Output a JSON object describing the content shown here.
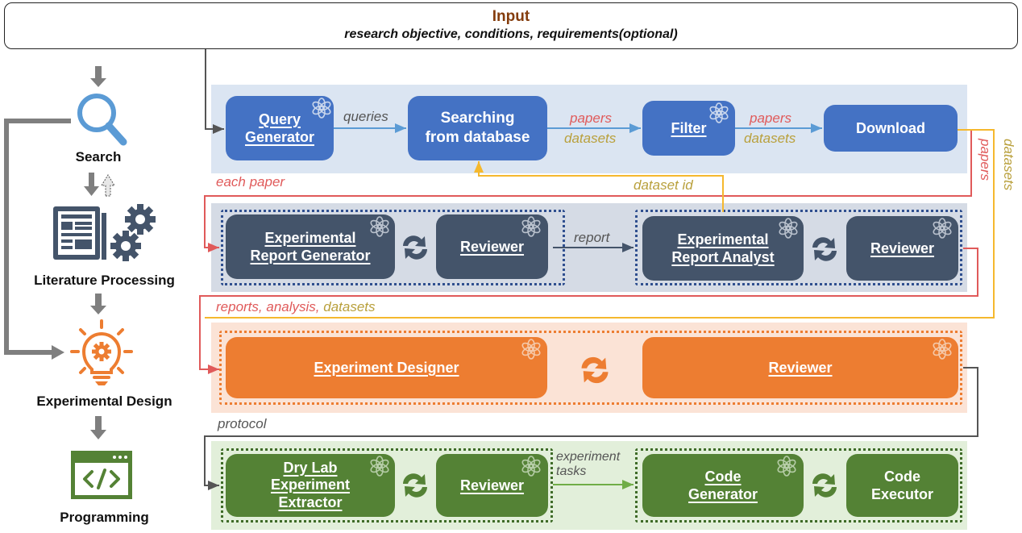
{
  "input": {
    "title": "Input",
    "subtitle": "research objective, conditions, requirements(optional)"
  },
  "stages": [
    {
      "label": "Search",
      "icon": "magnifier-icon"
    },
    {
      "label": "Literature Processing",
      "icon": "newspaper-gears-icon"
    },
    {
      "label": "Experimental Design",
      "icon": "lightbulb-gear-icon"
    },
    {
      "label": "Programming",
      "icon": "code-window-icon"
    }
  ],
  "search_row": {
    "nodes": [
      {
        "lines": [
          "Query",
          "Generator"
        ],
        "llm": true
      },
      {
        "lines": [
          "Searching",
          "from database"
        ],
        "llm": false
      },
      {
        "lines": [
          "Filter"
        ],
        "llm": true
      },
      {
        "lines": [
          "Download"
        ],
        "llm": false
      }
    ],
    "labels": {
      "queries": "queries",
      "papers1": "papers",
      "datasets1": "datasets",
      "papers2": "papers",
      "datasets2": "datasets",
      "papers_vert": "papers",
      "datasets_vert": "datasets",
      "dataset_id": "dataset id",
      "each_paper": "each paper"
    }
  },
  "literature_row": {
    "nodes": [
      {
        "lines": [
          "Experimental",
          "Report Generator"
        ],
        "llm": true
      },
      {
        "lines": [
          "Reviewer"
        ],
        "llm": true
      },
      {
        "lines": [
          "Experimental",
          "Report Analyst"
        ],
        "llm": true
      },
      {
        "lines": [
          "Reviewer"
        ],
        "llm": true
      }
    ],
    "labels": {
      "report": "report",
      "reports": "reports,",
      "analysis": "analysis,",
      "datasets": "datasets"
    }
  },
  "design_row": {
    "nodes": [
      {
        "lines": [
          "Experiment Designer"
        ],
        "llm": true
      },
      {
        "lines": [
          "Reviewer"
        ],
        "llm": true
      }
    ],
    "labels": {
      "protocol": "protocol"
    }
  },
  "programming_row": {
    "nodes": [
      {
        "lines": [
          "Dry Lab",
          "Experiment",
          "Extractor"
        ],
        "llm": true
      },
      {
        "lines": [
          "Reviewer"
        ],
        "llm": true
      },
      {
        "lines": [
          "Code",
          "Generator"
        ],
        "llm": true
      },
      {
        "lines": [
          "Code",
          "Executor"
        ],
        "llm": false
      }
    ],
    "labels": {
      "experiment_tasks_1": "experiment",
      "experiment_tasks_2": "tasks"
    }
  },
  "colors": {
    "search": "#4472c4",
    "literature": "#44546a",
    "design": "#ed7d31",
    "programming": "#548235",
    "papers_flow": "#e05a5a",
    "datasets_flow": "#f5b82e",
    "input_title": "#843c0c"
  }
}
